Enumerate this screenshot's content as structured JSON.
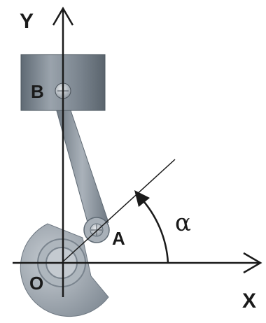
{
  "diagram": {
    "axes": {
      "y_label": "Y",
      "x_label": "X"
    },
    "points": {
      "origin_label": "O",
      "crank_pin_label": "A",
      "piston_pin_label": "B"
    },
    "angle_label": "α",
    "colors": {
      "piston": "#7d8790",
      "rod": "#8c96a0",
      "crank": "#9aa3ac",
      "axis": "#1a1a1a"
    }
  }
}
